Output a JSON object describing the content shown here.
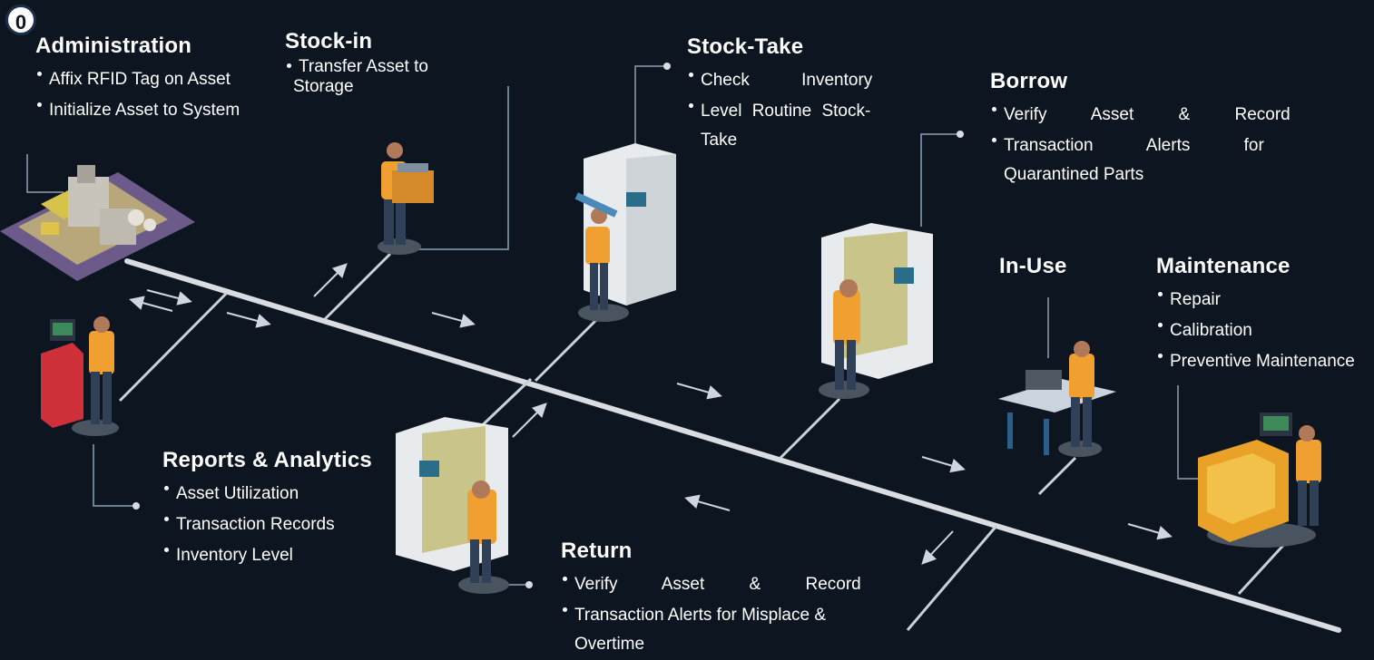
{
  "badge": "0",
  "stages": {
    "administration": {
      "title": "Administration",
      "items": [
        "Affix RFID Tag on Asset",
        "Initialize Asset to System"
      ]
    },
    "stock_in": {
      "title": "Stock-in",
      "items": [
        "Transfer Asset to",
        "Storage"
      ]
    },
    "stock_take": {
      "title": "Stock-Take",
      "items": [
        "Check Inventory",
        "Level Routine Stock-",
        "Take"
      ]
    },
    "borrow": {
      "title": "Borrow",
      "items": [
        "Verify Asset & Record",
        "Transaction Alerts for",
        "Quarantined Parts"
      ]
    },
    "in_use": {
      "title": "In-Use"
    },
    "maintenance": {
      "title": "Maintenance",
      "items": [
        "Repair",
        "Calibration",
        "Preventive Maintenance"
      ]
    },
    "reports": {
      "title": "Reports & Analytics",
      "items": [
        "Asset Utilization",
        "Transaction Records",
        "Inventory Level"
      ]
    },
    "return": {
      "title": "Return",
      "items": [
        "Verify Asset & Record",
        "Transaction Alerts for Misplace &",
        "Overtime"
      ]
    }
  },
  "colors": {
    "background": "#0d1520",
    "timeline": "#d9dde2",
    "worker_shirt": "#f0a030",
    "worker_pants": "#2f4057",
    "cabinet": "#e8ebee",
    "cabinet_shelf": "#c9c48a",
    "factory_base": "#6b5a8a"
  }
}
